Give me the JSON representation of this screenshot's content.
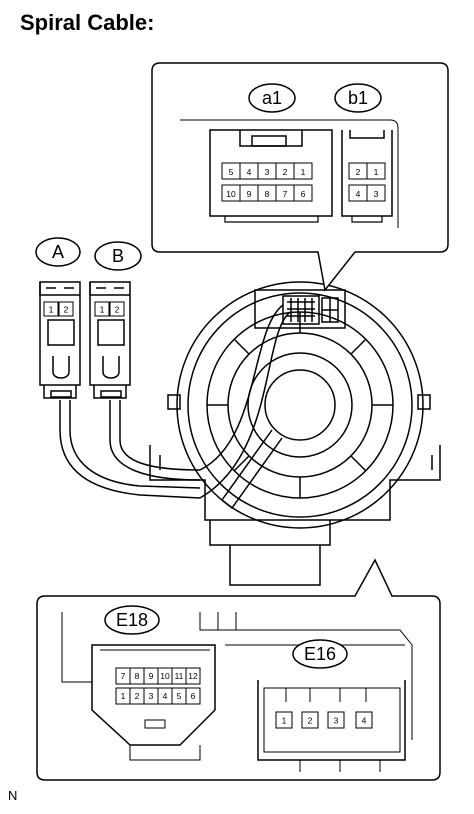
{
  "title": "Spiral Cable:",
  "corner_mark": "N",
  "connectors": {
    "a1": {
      "label": "a1",
      "pins_top": [
        "5",
        "4",
        "3",
        "2",
        "1"
      ],
      "pins_bottom": [
        "10",
        "9",
        "8",
        "7",
        "6"
      ]
    },
    "b1": {
      "label": "b1",
      "pins_top": [
        "2",
        "1"
      ],
      "pins_bottom": [
        "4",
        "3"
      ]
    },
    "A": {
      "label": "A",
      "pins": [
        "1",
        "2"
      ]
    },
    "B": {
      "label": "B",
      "pins": [
        "1",
        "2"
      ]
    },
    "E18": {
      "label": "E18",
      "pins_top": [
        "7",
        "8",
        "9",
        "10",
        "11",
        "12"
      ],
      "pins_bottom": [
        "1",
        "2",
        "3",
        "4",
        "5",
        "6"
      ]
    },
    "E16": {
      "label": "E16",
      "pins": [
        "1",
        "2",
        "3",
        "4"
      ]
    }
  }
}
